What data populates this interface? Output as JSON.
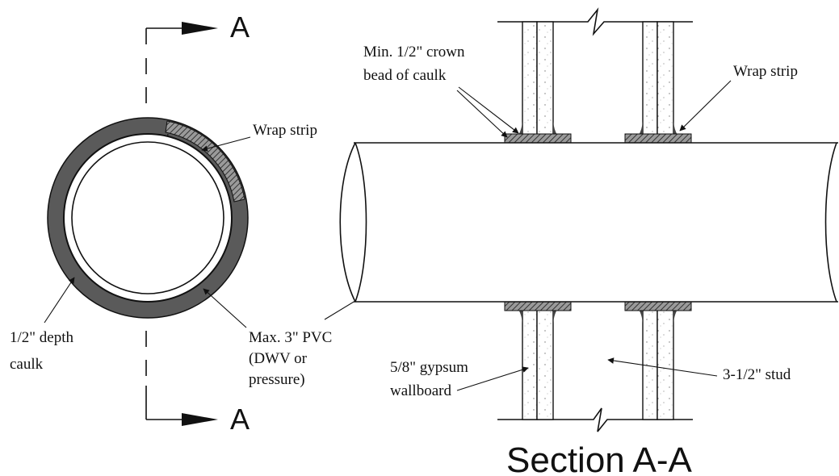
{
  "section_marker": {
    "top": "A",
    "bottom": "A"
  },
  "labels": {
    "wrap_strip_left": "Wrap strip",
    "wrap_strip_right": "Wrap strip",
    "crown_bead_line1": "Min. 1/2\" crown",
    "crown_bead_line2": "bead of caulk",
    "caulk_depth_line1": "1/2\" depth",
    "caulk_depth_line2": "caulk",
    "pvc_line1": "Max. 3\" PVC",
    "pvc_line2": "(DWV or",
    "pvc_line3": "pressure)",
    "gypsum_line1": "5/8\" gypsum",
    "gypsum_line2": "wallboard",
    "stud": "3-1/2\" stud"
  },
  "section_title": "Section A-A",
  "colors": {
    "ink": "#111111",
    "caulk": "#5a5a5a",
    "wrap": "#8a8a8a",
    "board_fill": "#ffffff"
  }
}
